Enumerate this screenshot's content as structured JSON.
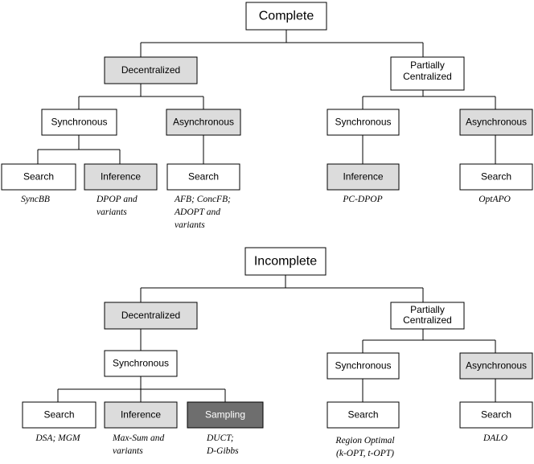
{
  "complete": {
    "title": "Complete",
    "decentralized": "Decentralized",
    "partially_centralized": [
      "Partially",
      "Centralized"
    ],
    "synchronous": "Synchronous",
    "asynchronous": "Asynchronous",
    "pc_synchronous": "Synchronous",
    "pc_asynchronous": "Asynchronous",
    "search_sync": "Search",
    "inference_sync": "Inference",
    "search_async": "Search",
    "inference_pc": "Inference",
    "search_pc": "Search",
    "examples": {
      "syncbb": "SyncBB",
      "dpop": [
        "DPOP and",
        "variants"
      ],
      "afb": [
        "AFB; ConcFB;",
        "ADOPT and",
        "variants"
      ],
      "pcdpop": "PC-DPOP",
      "optapo": "OptAPO"
    }
  },
  "incomplete": {
    "title": "Incomplete",
    "decentralized": "Decentralized",
    "partially_centralized": [
      "Partially",
      "Centralized"
    ],
    "synchronous": "Synchronous",
    "pc_synchronous": "Synchronous",
    "pc_asynchronous": "Asynchronous",
    "search": "Search",
    "inference": "Inference",
    "sampling": "Sampling",
    "search_pc_sync": "Search",
    "search_pc_async": "Search",
    "examples": {
      "dsa": "DSA; MGM",
      "maxsum": [
        "Max-Sum and",
        "variants"
      ],
      "duct": [
        "DUCT;",
        "D-Gibbs"
      ],
      "region": [
        "Region Optimal",
        "(k-OPT, t-OPT)"
      ],
      "dalo": "DALO"
    }
  }
}
